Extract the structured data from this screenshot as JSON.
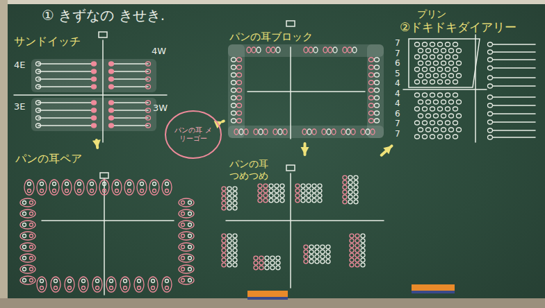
{
  "diagram": {
    "title": "① きずなの きせき.",
    "nodes": [
      {
        "text": [
          "サンドイッチ"
        ]
      },
      {
        "text": [
          "パンの耳ブロック"
        ]
      },
      {
        "text": [
          "プリン",
          "②ドキドキダイアリー"
        ]
      },
      {
        "text": [
          "パンの耳 メリーゴー"
        ]
      },
      {
        "text": [
          "パンの耳ペア"
        ]
      },
      {
        "text": [
          "パンの耳 つめつめ"
        ]
      }
    ],
    "edges": [
      {
        "from": 0,
        "to": 4,
        "arrow": "to"
      },
      {
        "from": 3,
        "to": 1,
        "arrow": "to"
      },
      {
        "from": 1,
        "to": 5,
        "arrow": "to"
      },
      {
        "from": 5,
        "to": 2,
        "arrow": "to"
      }
    ],
    "labels": [
      "4E",
      "4W",
      "3E",
      "3W",
      "7",
      "7",
      "6",
      "5",
      "4",
      "4",
      "4",
      "6",
      "7",
      "7"
    ]
  }
}
